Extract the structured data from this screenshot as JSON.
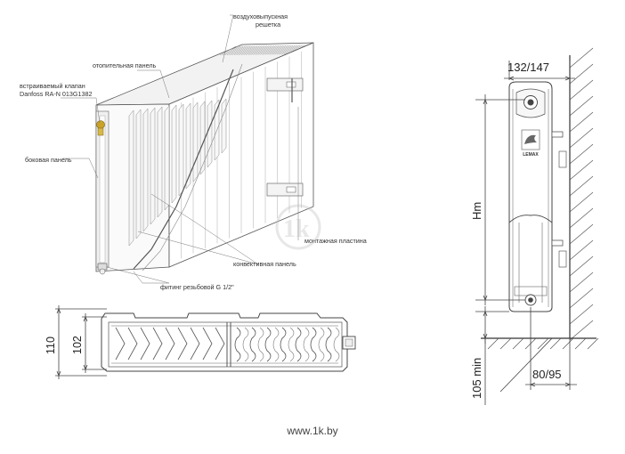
{
  "labels": {
    "vent_grille_1": "воздуховыпускная",
    "vent_grille_2": "решетка",
    "heating_panel": "отопительная панель",
    "valve_1": "встраиваемый клапан",
    "valve_2": "Danfoss RA-N 013G1382",
    "side_panel": "боковая панель",
    "mounting_plate": "монтажная пластина",
    "convection_panel": "конвективная панель",
    "fitting": "фитинг резьбовой G 1/2\""
  },
  "dimensions": {
    "depth_total": "110",
    "depth_inner": "102",
    "top_width": "132/147",
    "height": "Hm",
    "floor_gap": "105 min",
    "wall_gap": "80/95"
  },
  "brand": "LEMAX",
  "watermark": {
    "logo": "1k",
    "site": "www.1k.by"
  },
  "colors": {
    "line": "#444444",
    "wall_hatch": "#555555",
    "valve": "#c9a227"
  }
}
